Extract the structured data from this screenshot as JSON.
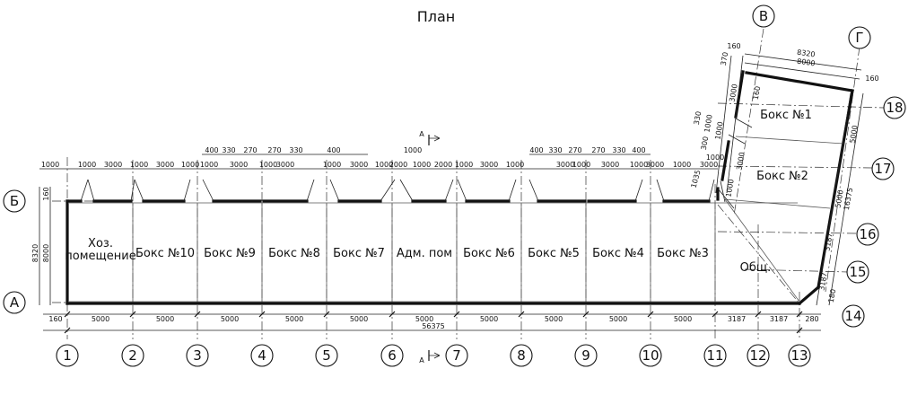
{
  "plan": {
    "title": "План",
    "rooms": [
      {
        "id": "hoz",
        "lines": [
          "Хоз.",
          "помещение"
        ]
      },
      {
        "id": "b10",
        "lines": [
          "Бокс №10"
        ]
      },
      {
        "id": "b9",
        "lines": [
          "Бокс №9"
        ]
      },
      {
        "id": "b8",
        "lines": [
          "Бокс №8"
        ]
      },
      {
        "id": "b7",
        "lines": [
          "Бокс №7"
        ]
      },
      {
        "id": "adm",
        "lines": [
          "Адм. пом"
        ]
      },
      {
        "id": "b6",
        "lines": [
          "Бокс №6"
        ]
      },
      {
        "id": "b5",
        "lines": [
          "Бокс №5"
        ]
      },
      {
        "id": "b4",
        "lines": [
          "Бокс №4"
        ]
      },
      {
        "id": "b3",
        "lines": [
          "Бокс №3"
        ]
      },
      {
        "id": "obsh",
        "lines": [
          "Общ."
        ]
      },
      {
        "id": "b1",
        "lines": [
          "Бокс №1"
        ]
      },
      {
        "id": "b2",
        "lines": [
          "Бокс №2"
        ]
      }
    ],
    "column_axes": [
      "1",
      "2",
      "3",
      "4",
      "5",
      "6",
      "7",
      "8",
      "9",
      "10",
      "11",
      "12",
      "13"
    ],
    "row_axes_left": [
      "Б",
      "А"
    ],
    "wing_axes_top": [
      "В",
      "Г"
    ],
    "wing_axes_right": [
      "18",
      "17",
      "16",
      "15",
      "14"
    ],
    "bottom_dims": [
      "160",
      "5000",
      "5000",
      "5000",
      "5000",
      "5000",
      "5000",
      "5000",
      "5000",
      "5000",
      "5000",
      "3187",
      "3187",
      "280"
    ],
    "bottom_total": "56375",
    "top_dims": [
      "1000",
      "1000",
      "3000",
      "1000",
      "3000",
      "1000",
      "1000",
      "3000",
      "1000",
      "3000",
      "1000",
      "3000",
      "1000",
      "2000",
      "1000",
      "2000",
      "1000",
      "3000",
      "1000",
      "3000",
      "1000",
      "3000",
      "1000",
      "3000",
      "1000",
      "3000",
      "1000"
    ],
    "top_small_dims": [
      "400",
      "330",
      "270",
      "270",
      "330",
      "400",
      "1000",
      "400",
      "330",
      "270",
      "270",
      "330",
      "400"
    ],
    "left_dims": [
      "160",
      "8320",
      "8000"
    ],
    "wing_top_dims": [
      "160",
      "8320",
      "8000",
      "160"
    ],
    "wing_left_dims": [
      "370",
      "3000",
      "160",
      "330",
      "1000",
      "300",
      "3000",
      "1000",
      "1000",
      "1035"
    ],
    "wing_right_dims": [
      "5000",
      "5000",
      "16375",
      "3187",
      "3187",
      "180"
    ],
    "section_label": "А"
  }
}
